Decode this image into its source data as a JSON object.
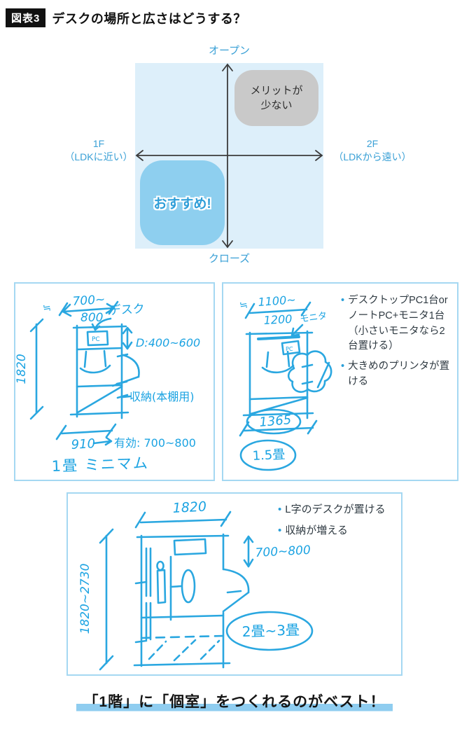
{
  "header": {
    "badge": "図表3",
    "title": "デスクの場所と広さはどうする？"
  },
  "quadrant": {
    "top_label": "オープン",
    "bottom_label": "クローズ",
    "left_label_line1": "1F",
    "left_label_line2": "（LDKに近い）",
    "right_label_line1": "2F",
    "right_label_line2": "（LDKから遠い）",
    "demerit_line1": "メリットが",
    "demerit_line2": "少ない",
    "recommend_label": "おすすめ!"
  },
  "panel_min": {
    "approx_mark": "≒",
    "dim_width_line1": "700~",
    "dim_width_line2": "800",
    "desk_label": "デスク",
    "dim_depth": "D:400~600",
    "dim_height": "1820",
    "pc_label": "PC",
    "storage_label": "収納(本棚用)",
    "dim_floor": "910",
    "effective_label": "有効: 700~800",
    "caption": "1畳 ミニマム"
  },
  "panel_mid": {
    "approx_mark": "≒",
    "dim_width_line1": "1100~",
    "dim_width_line2": "1200",
    "monitor_label": "モニタ",
    "pc_label": "PC",
    "dim_floor": "1365",
    "caption": "1.5畳",
    "bullets": [
      "デスクトップPC1台or ノートPC+モニタ1台（小さいモニタなら2台置ける）",
      "大きめのプリンタが置ける"
    ]
  },
  "panel_large": {
    "dim_width": "1820",
    "dim_height": "1820~2730",
    "dim_desk": "700~800",
    "caption": "2畳~3畳",
    "bullets": [
      "L字のデスクが置ける",
      "収納が増える"
    ]
  },
  "footer": {
    "text": "「1階」に「個室」をつくれるのがベスト！"
  },
  "colors": {
    "sketch_blue": "#2aa7e0",
    "panel_border": "#a5d8f2",
    "chart_bg": "#ddeffa",
    "recommend_bg": "#8ecfef",
    "demerit_bg": "#c9c9c9",
    "label_blue": "#39a0d6",
    "highlight": "#8fcdf0"
  }
}
